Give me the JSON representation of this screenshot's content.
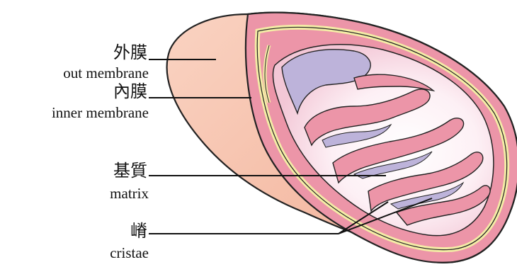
{
  "labels": [
    {
      "zh": "外膜",
      "en": "out membrane"
    },
    {
      "zh": "內膜",
      "en": "inner membrane"
    },
    {
      "zh": "基質",
      "en": "matrix"
    },
    {
      "zh": "嵴",
      "en": "cristae"
    }
  ],
  "colors": {
    "outer_membrane_fill": "#f6c2ad",
    "membrane_pink": "#ec95a8",
    "membrane_edge": "#f4eca6",
    "matrix_fill": "#fbe6ef",
    "matrix_highlight": "#ffffff",
    "intermembrane_space": "#bdb3da",
    "outline": "#222222"
  }
}
